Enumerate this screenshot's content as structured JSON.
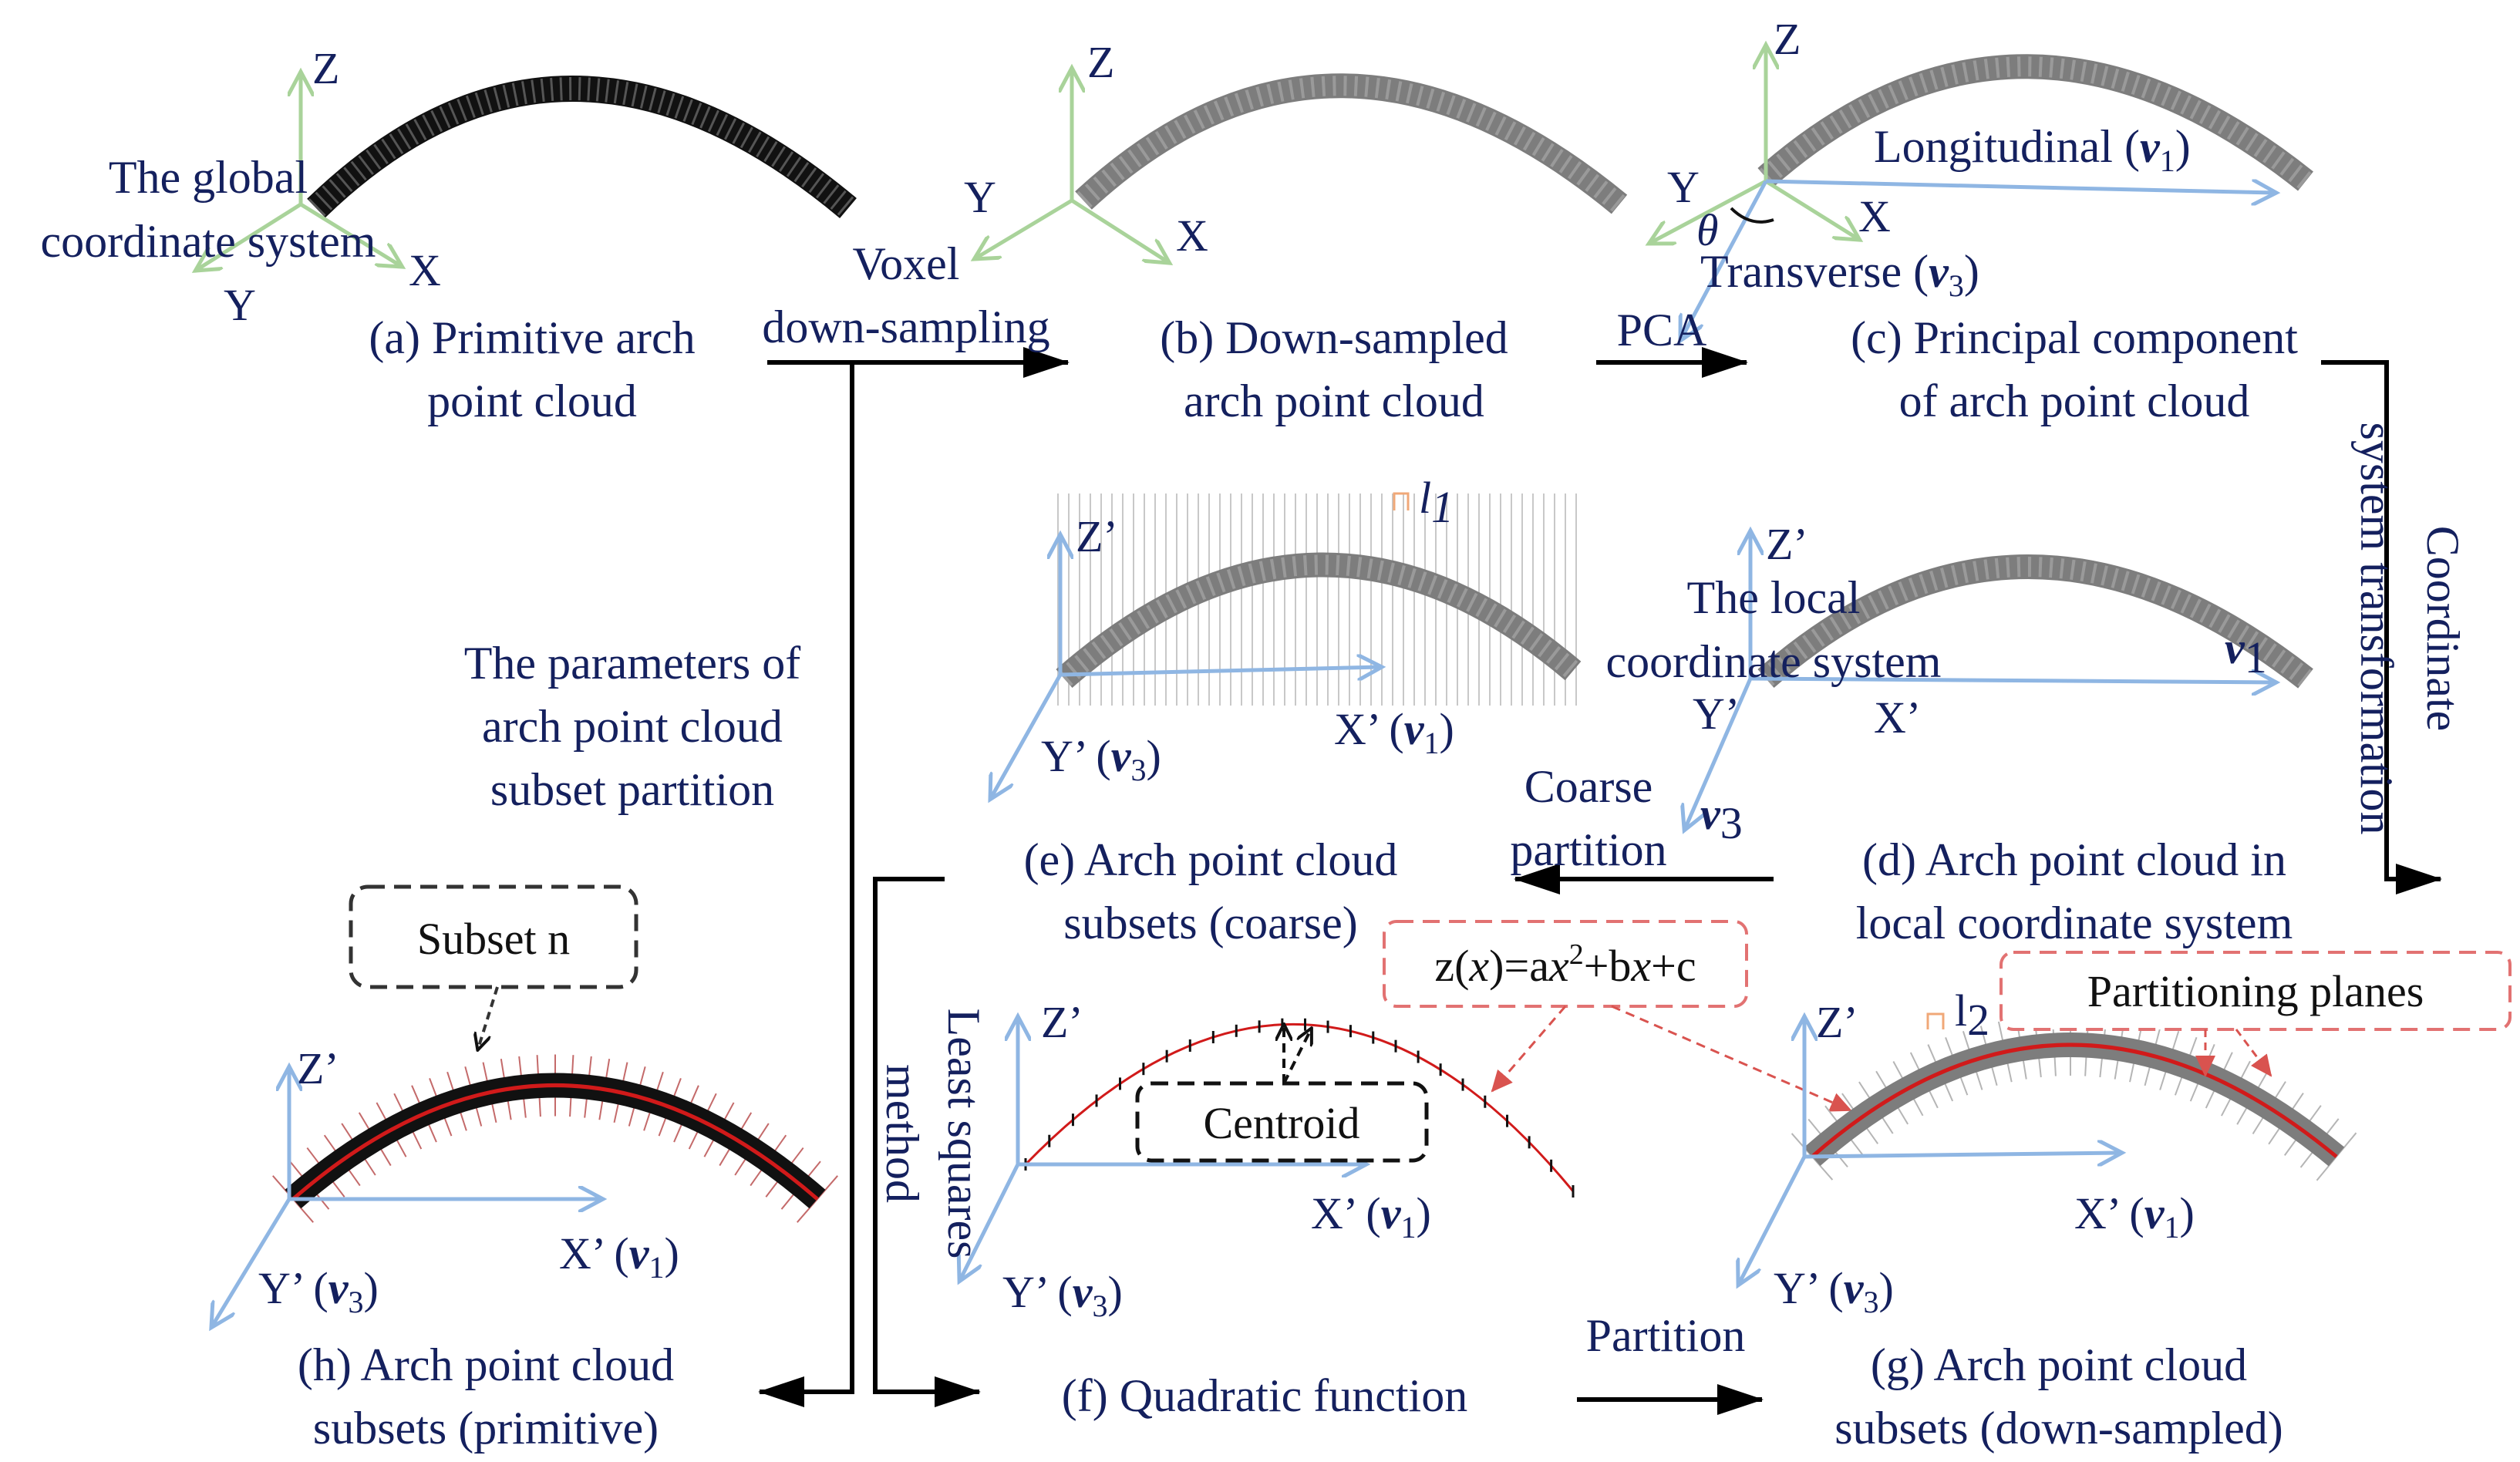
{
  "panels": {
    "a": {
      "caption1": "(a) Primitive arch",
      "caption2": "point cloud",
      "note1": "The global",
      "note2": "coordinate system",
      "ax_z": "Z",
      "ax_y": "Y",
      "ax_x": "X"
    },
    "b": {
      "caption1": "(b) Down-sampled",
      "caption2": "arch point cloud",
      "ax_z": "Z",
      "ax_y": "Y",
      "ax_x": "X"
    },
    "c": {
      "caption1": "(c) Principal component",
      "caption2": "of arch point cloud",
      "ax_z": "Z",
      "ax_y": "Y",
      "ax_x": "X",
      "theta": "θ",
      "longitudinal": "Longitudinal (",
      "v1": "v",
      "v1_sub": "1",
      "close": ")",
      "transverse": "Transverse (",
      "v3": "v",
      "v3_sub": "3"
    },
    "d": {
      "caption1": "(d) Arch point cloud in",
      "caption2": "local coordinate system",
      "note1": "The local",
      "note2": "coordinate system",
      "ax_z": "Z’",
      "ax_y": "Y’",
      "ax_x": "X’",
      "v1": "v",
      "v1_sub": "1",
      "v3": "v",
      "v3_sub": "3"
    },
    "e": {
      "caption1": "(e) Arch point cloud",
      "caption2": "subsets (coarse)",
      "ax_z": "Z’",
      "ax_y": "Y’ (",
      "ax_x": "X’ (",
      "l1": "l",
      "l1_sub": "1"
    },
    "f": {
      "caption1": "(f) Quadratic function",
      "ax_z": "Z’",
      "ax_y": "Y’ (",
      "ax_x": "X’ ("
    },
    "g": {
      "caption1": "(g) Arch point cloud",
      "caption2": "subsets (down-sampled)",
      "ax_z": "Z’",
      "ax_y": "Y’ (",
      "ax_x": "X’ (",
      "l2": "l",
      "l2_sub": "2"
    },
    "h": {
      "caption1": "(h) Arch point cloud",
      "caption2": "subsets (primitive)",
      "ax_z": "Z’",
      "ax_y": "Y’ (",
      "ax_x": "X’ ("
    }
  },
  "arrows": {
    "voxel1": "Voxel",
    "voxel2": "down-sampling",
    "pca": "PCA",
    "coord1": "Coordinate",
    "coord2": "system transformation",
    "coarse1": "Coarse",
    "coarse2": "partition",
    "lsq1": "Least squares",
    "lsq2": "method",
    "partition": "Partition",
    "params1": "The parameters of",
    "params2": "arch point cloud",
    "params3": "subset partition"
  },
  "boxes": {
    "subset": "Subset n",
    "centroid": "Centroid",
    "formula_a": "z(",
    "formula_x": "x",
    "formula_b": ")=a",
    "formula_c": "x",
    "formula_sup": "2",
    "formula_d": "+b",
    "formula_e": "x",
    "formula_f": "+c",
    "planes": "Partitioning planes"
  },
  "colors": {
    "text": "#14205e",
    "axis_green": "#a9d39a",
    "axis_blue": "#8fb6e3",
    "arch_black": "#111111",
    "arch_grey": "#7d7d7d",
    "fit_red": "#d11a1a",
    "box_red": "#e27272"
  }
}
